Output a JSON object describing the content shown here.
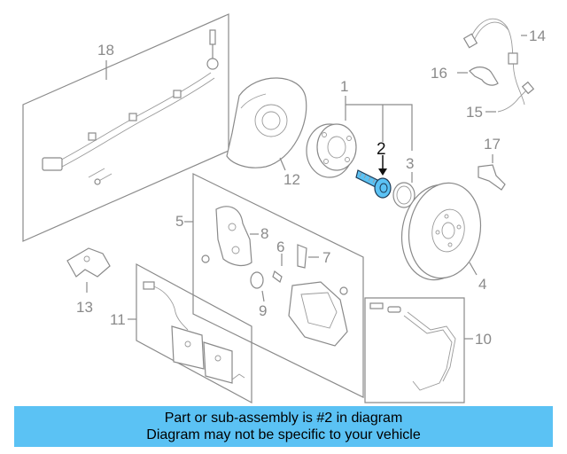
{
  "callouts": {
    "c1": "1",
    "c2": "2",
    "c3": "3",
    "c4": "4",
    "c5": "5",
    "c6": "6",
    "c7": "7",
    "c8": "8",
    "c9": "9",
    "c10": "10",
    "c11": "11",
    "c12": "12",
    "c13": "13",
    "c14": "14",
    "c15": "15",
    "c16": "16",
    "c17": "17",
    "c18": "18"
  },
  "highlight": {
    "color": "#5bc2f4",
    "part": "2"
  },
  "caption": {
    "line1": "Part or sub-assembly is #2 in diagram",
    "line2": "Diagram may not be specific to your vehicle"
  }
}
